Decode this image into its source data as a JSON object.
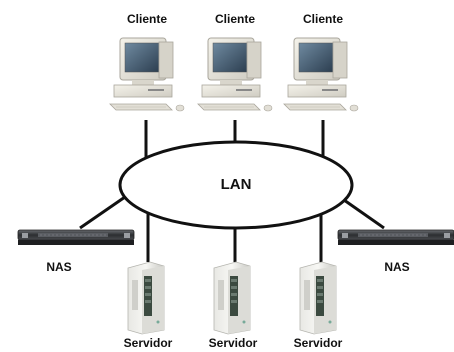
{
  "diagram": {
    "network_label": "LAN",
    "clients": [
      {
        "label": "Cliente"
      },
      {
        "label": "Cliente"
      },
      {
        "label": "Cliente"
      }
    ],
    "servers": [
      {
        "label": "Servidor"
      },
      {
        "label": "Servidor"
      },
      {
        "label": "Servidor"
      }
    ],
    "nas": [
      {
        "label": "NAS"
      },
      {
        "label": "NAS"
      }
    ]
  }
}
